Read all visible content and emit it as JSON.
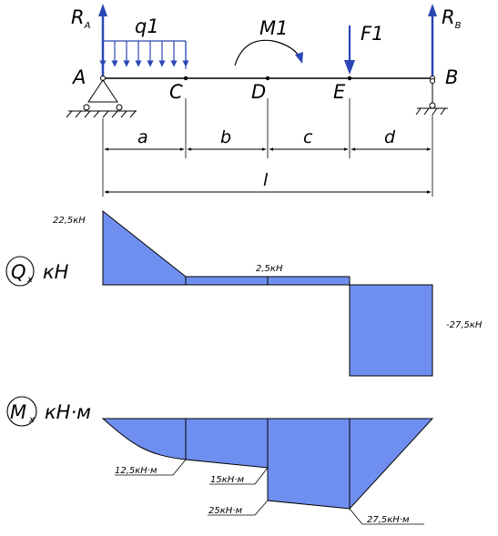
{
  "beam": {
    "points": {
      "a": "A",
      "c": "C",
      "d": "D",
      "e": "E",
      "b": "B"
    },
    "reaction_a": {
      "main": "R",
      "sub": "A"
    },
    "reaction_b": {
      "main": "R",
      "sub": "B"
    },
    "load_q": "q1",
    "moment": "M1",
    "force": "F1",
    "spans": {
      "a": "a",
      "b": "b",
      "c": "c",
      "d": "d",
      "total": "l"
    }
  },
  "shear": {
    "axis_letter": "Q",
    "axis_subscript": "x",
    "unit": "кН",
    "labels": {
      "left": "22,5кН",
      "middle": "2,5кН",
      "right": "-27,5кН"
    }
  },
  "moment_diagram": {
    "axis_letter": "M",
    "axis_subscript": "x",
    "unit": "кН·м",
    "labels": {
      "c": "12,5кН·м",
      "d_left": "15кН·м",
      "d_right": "25кН·м",
      "e": "27,5кН·м"
    }
  },
  "colors": {
    "diagram_fill": "#6f8ff0",
    "line": "#000000",
    "arrow": "#2a47b5"
  }
}
